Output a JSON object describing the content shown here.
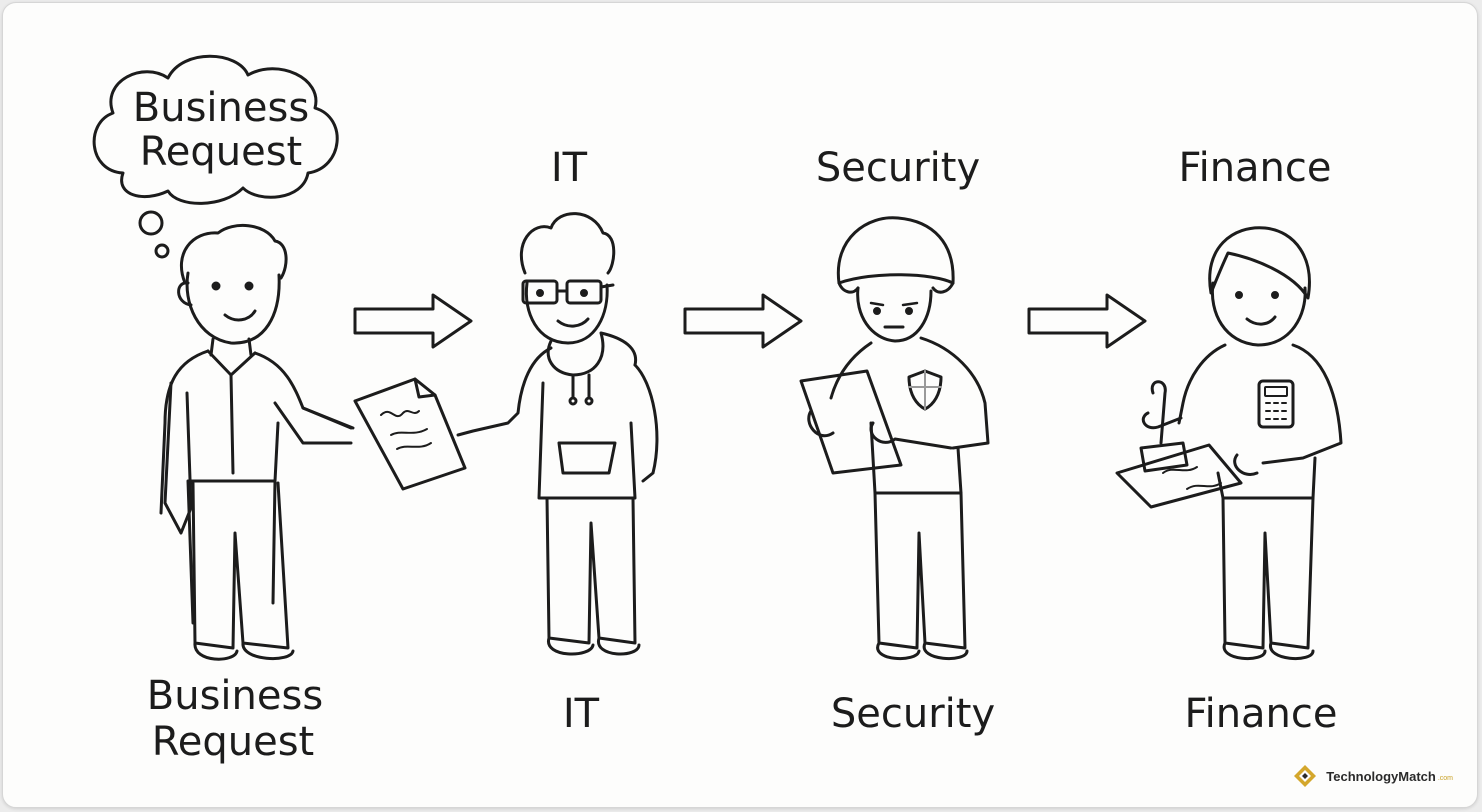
{
  "thought_bubble": {
    "line1": "Business",
    "line2": "Request"
  },
  "stages": [
    {
      "top_label": "",
      "bottom_line1": "Business",
      "bottom_line2": "Request"
    },
    {
      "top_label": "IT",
      "bottom_line1": "IT",
      "bottom_line2": ""
    },
    {
      "top_label": "Security",
      "bottom_line1": "Security",
      "bottom_line2": ""
    },
    {
      "top_label": "Finance",
      "bottom_line1": "Finance",
      "bottom_line2": ""
    }
  ],
  "brand": {
    "name": "TechnologyMatch",
    "tld": ".com",
    "accent": "#d4a72c"
  },
  "colors": {
    "ink": "#1c1c1c",
    "paper": "#fdfdfc",
    "shield": "#9a9a9a"
  },
  "icons": [
    "thought-bubble-icon",
    "arrow-right-icon",
    "document-icon",
    "helmet-icon",
    "shield-icon",
    "calculator-icon",
    "stamp-icon",
    "glasses-icon"
  ]
}
